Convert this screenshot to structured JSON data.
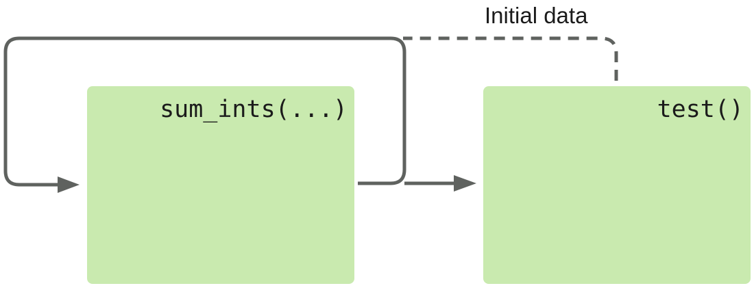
{
  "diagram": {
    "nodes": [
      {
        "id": "sum_ints",
        "label": "sum_ints(...)"
      },
      {
        "id": "test",
        "label": "test()"
      }
    ],
    "annotation": "Initial data",
    "edges": [
      {
        "from": "sum_ints",
        "to": "sum_ints",
        "style": "solid",
        "kind": "loop"
      },
      {
        "from": "sum_ints",
        "to": "test",
        "style": "solid"
      },
      {
        "from": "test",
        "to": "sum_ints",
        "style": "dashed",
        "label": "Initial data"
      }
    ],
    "colors": {
      "box_fill": "#c9eaaf",
      "arrow": "#5f625f",
      "text": "#1b1b1b"
    }
  }
}
